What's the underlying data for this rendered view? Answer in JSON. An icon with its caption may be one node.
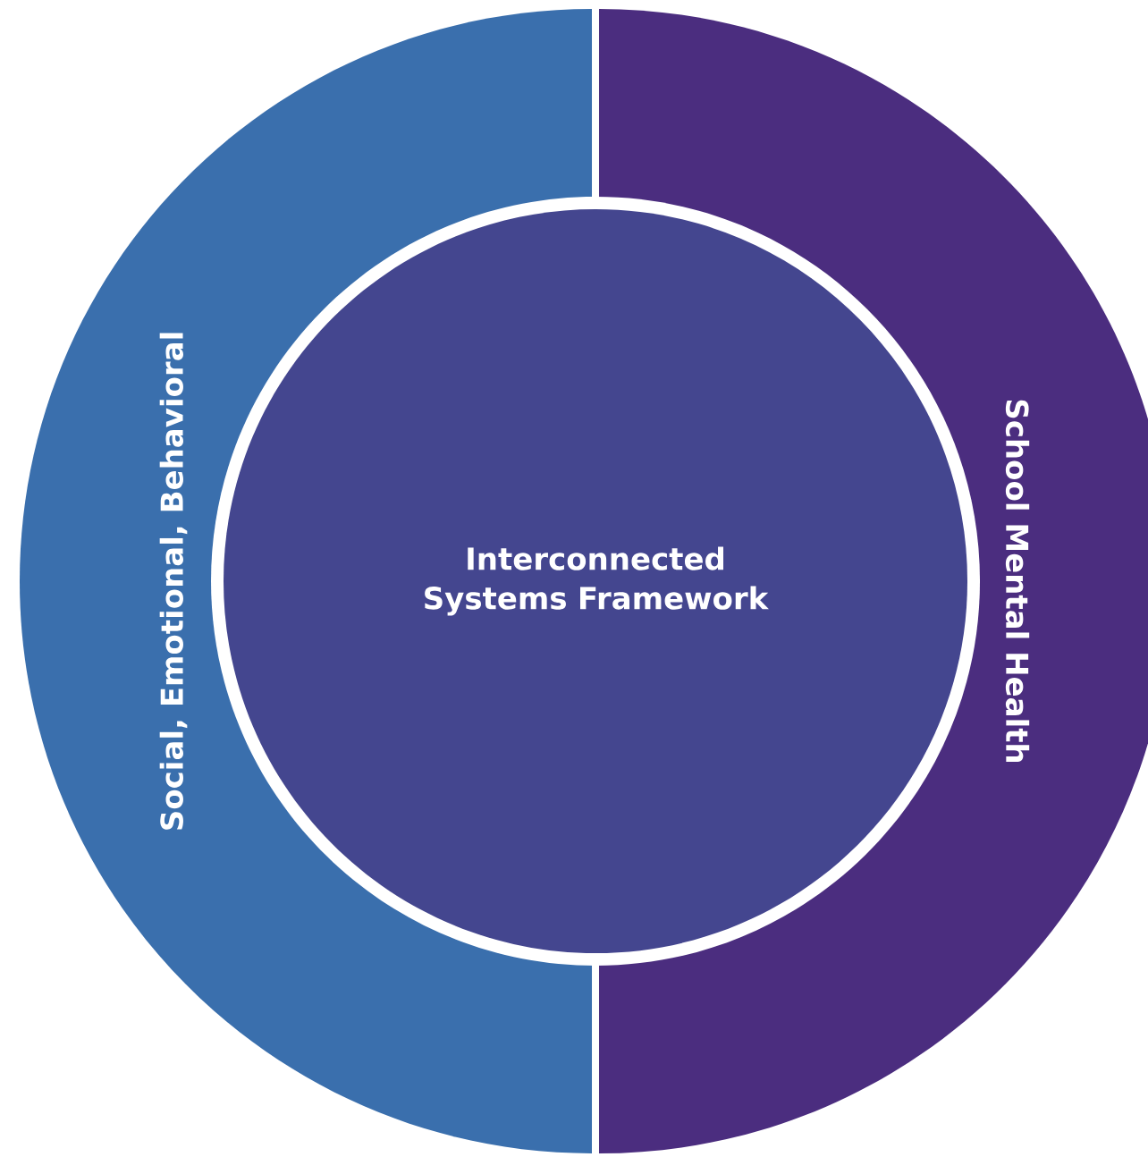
{
  "diagram": {
    "nodes": [
      {
        "text": [
          "Social, Emotional, Behavioral"
        ]
      },
      {
        "text": [
          "School Mental Health"
        ]
      },
      {
        "text": [
          "Interconnected Systems Framework"
        ]
      }
    ]
  }
}
